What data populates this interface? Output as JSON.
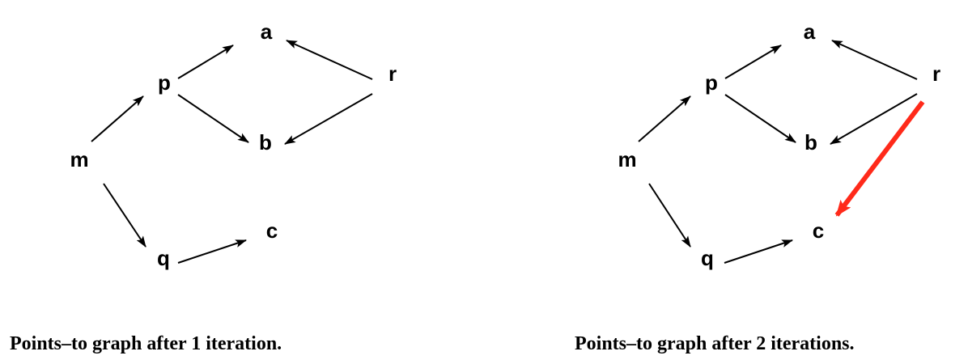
{
  "colors": {
    "edge": "#000000",
    "highlight_edge": "#ff2a1a",
    "background": "#ffffff"
  },
  "graphs": [
    {
      "caption": "Points–to graph after 1 iteration.",
      "nodes": [
        {
          "id": "a",
          "label": "a"
        },
        {
          "id": "p",
          "label": "p"
        },
        {
          "id": "r",
          "label": "r"
        },
        {
          "id": "b",
          "label": "b"
        },
        {
          "id": "m",
          "label": "m"
        },
        {
          "id": "c",
          "label": "c"
        },
        {
          "id": "q",
          "label": "q"
        }
      ],
      "edges": [
        {
          "from": "p",
          "to": "a",
          "highlight": false
        },
        {
          "from": "r",
          "to": "a",
          "highlight": false
        },
        {
          "from": "p",
          "to": "b",
          "highlight": false
        },
        {
          "from": "r",
          "to": "b",
          "highlight": false
        },
        {
          "from": "m",
          "to": "p",
          "highlight": false
        },
        {
          "from": "m",
          "to": "q",
          "highlight": false
        },
        {
          "from": "q",
          "to": "c",
          "highlight": false
        }
      ]
    },
    {
      "caption": "Points–to graph after 2 iterations.",
      "nodes": [
        {
          "id": "a",
          "label": "a"
        },
        {
          "id": "p",
          "label": "p"
        },
        {
          "id": "r",
          "label": "r"
        },
        {
          "id": "b",
          "label": "b"
        },
        {
          "id": "m",
          "label": "m"
        },
        {
          "id": "c",
          "label": "c"
        },
        {
          "id": "q",
          "label": "q"
        }
      ],
      "edges": [
        {
          "from": "p",
          "to": "a",
          "highlight": false
        },
        {
          "from": "r",
          "to": "a",
          "highlight": false
        },
        {
          "from": "p",
          "to": "b",
          "highlight": false
        },
        {
          "from": "r",
          "to": "b",
          "highlight": false
        },
        {
          "from": "m",
          "to": "p",
          "highlight": false
        },
        {
          "from": "m",
          "to": "q",
          "highlight": false
        },
        {
          "from": "q",
          "to": "c",
          "highlight": false
        },
        {
          "from": "r",
          "to": "c",
          "highlight": true
        }
      ]
    }
  ]
}
